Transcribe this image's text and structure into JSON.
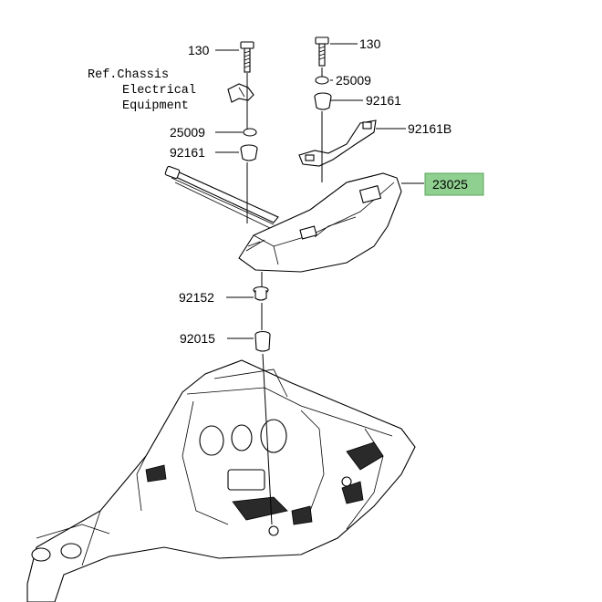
{
  "ref_note": [
    "Ref.Chassis",
    "Electrical",
    "Equipment"
  ],
  "callouts": {
    "bolt_left": "130",
    "bolt_right": "130",
    "washer_left": "25009",
    "washer_right": "25009",
    "grommet_left": "92161",
    "grommet_right": "92161",
    "bracket": "92161B",
    "cover": "23025",
    "collar_upper": "92152",
    "collar_lower": "92015"
  },
  "colors": {
    "highlight": "#8fcf8f",
    "highlight_border": "#5aa55a",
    "line": "#000000",
    "background": "#ffffff"
  }
}
